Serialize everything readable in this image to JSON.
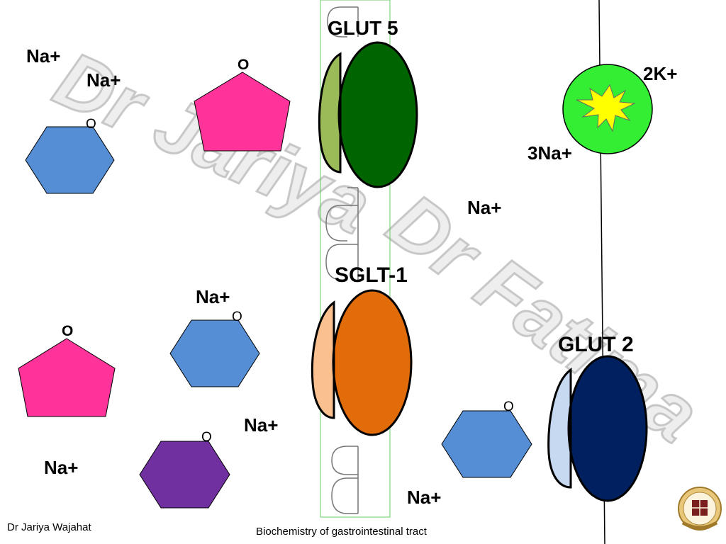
{
  "transporters": {
    "glut5": "GLUT 5",
    "sglt1": "SGLT-1",
    "glut2": "GLUT 2"
  },
  "pump": {
    "k_label": "2K+",
    "na_label": "3Na+"
  },
  "ions": {
    "na_1": "Na+",
    "na_2": "Na+",
    "na_3": "Na+",
    "na_4": "Na+",
    "na_5": "Na+",
    "na_6": "Na+",
    "na_7": "Na+"
  },
  "ring_oxygen": "O",
  "watermark": {
    "line1": "Dr Jariya",
    "line2": "Dr Fatima"
  },
  "footer": {
    "author": "Dr Jariya Wajahat",
    "title": "Biochemistry of gastrointestinal tract"
  },
  "colors": {
    "glut5_dark": "#006400",
    "glut5_light": "#9BBB59",
    "sglt1_dark": "#E26B0A",
    "sglt1_light": "#FAC090",
    "glut2_dark": "#002060",
    "glut2_light": "#C6D9F1",
    "pump_circle": "#33EE33",
    "pump_star": "#FFFF00",
    "hexagon_blue": "#558ED5",
    "pentagon_pink": "#FF3399",
    "hexagon_purple": "#7030A0",
    "membrane_green": "#66CC66"
  }
}
